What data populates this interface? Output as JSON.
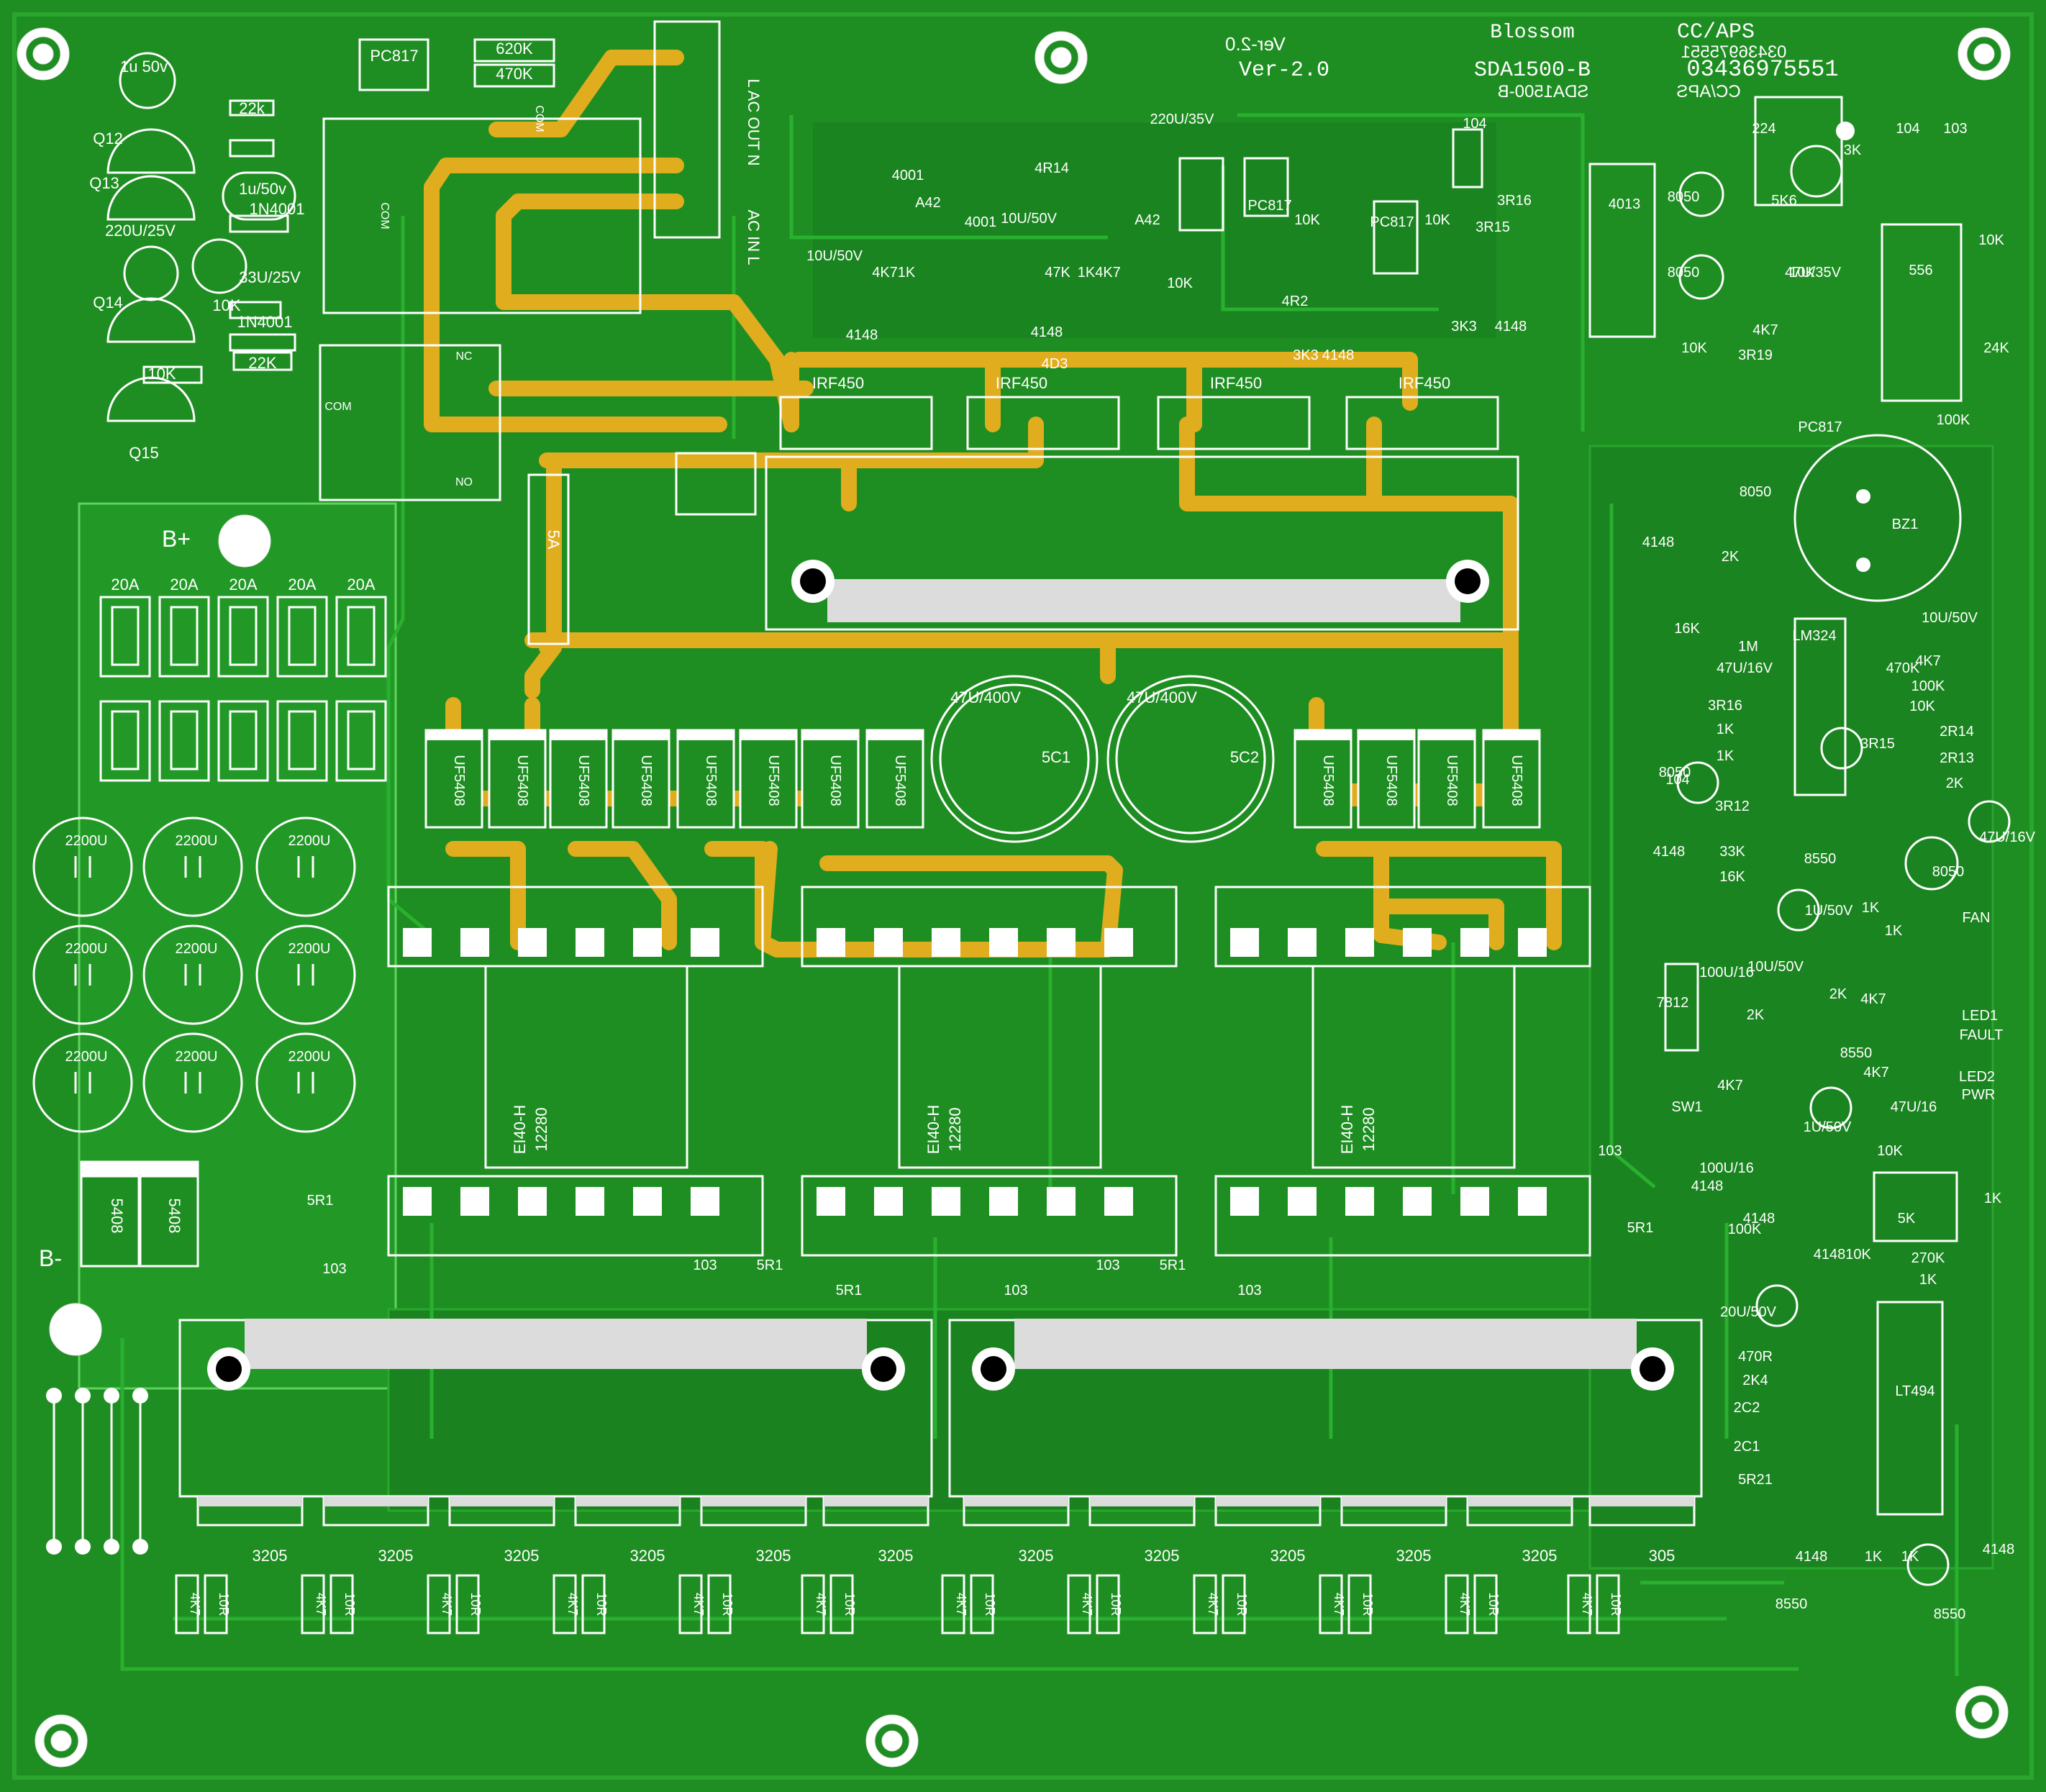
{
  "board": {
    "maker": "Blossom",
    "model": "SDA1500-B",
    "version": "Ver-2.0",
    "company": "CC/APS",
    "phone": "03436975551",
    "mirror_texts": [
      "Ver-2.0",
      "SDA1500-B",
      "03436975551",
      "CC/APS"
    ]
  },
  "colors": {
    "board": "#1e8e22",
    "trace": "#e0ad1e",
    "silk": "#ffffff",
    "heatsink": "#dcdcdc"
  },
  "terminals": {
    "ac_out": "L AC OUT N",
    "ac_in": "AC IN L",
    "com": "COM"
  },
  "relay": {
    "com": "COM",
    "nc": "NC",
    "no": "NO"
  },
  "top_left_parts": [
    "PC817",
    "620K",
    "470K",
    "1u 50v",
    "22k",
    "Q12",
    "Q13",
    "1u/50v",
    "220U/25V",
    "1N4001",
    "33U/25V",
    "Q14",
    "10K",
    "1N4001",
    "22K",
    "10K",
    "Q15"
  ],
  "fuses": {
    "label": "20A",
    "count": 10
  },
  "rails": {
    "pos": "B+",
    "neg": "B-"
  },
  "main_fuse": "5A",
  "small_caps": [
    "2200U",
    "2200U",
    "2200U",
    "2200U",
    "2200U",
    "2200U",
    "2200U",
    "2200U",
    "2200U"
  ],
  "bulk_caps": [
    {
      "value": "47U/400V",
      "ref": "5C1"
    },
    {
      "value": "47U/400V",
      "ref": "5C2"
    }
  ],
  "mosfets": [
    "IRF450",
    "IRF450",
    "IRF450",
    "IRF450"
  ],
  "mosfet_top_labels": [
    "4D3"
  ],
  "driver_parts": [
    "4001",
    "4R14",
    "220U/35V",
    "A42",
    "A42",
    "10U/50V",
    "10U/50V",
    "4001",
    "4K7",
    "1K",
    "47K",
    "1K",
    "4K7",
    "10K",
    "4148",
    "4148",
    "PC817",
    "PC817",
    "10K",
    "10K",
    "3R16",
    "3R15",
    "4R2",
    "3K3",
    "4148",
    "3K3",
    "4148",
    "104"
  ],
  "diodes_fast": [
    "UF5408",
    "UF5408",
    "UF5408",
    "UF5408",
    "UF5408",
    "UF5408",
    "UF5408",
    "UF5408",
    "UF5408",
    "UF5408",
    "UF5408",
    "UF5408"
  ],
  "transformers": [
    {
      "type": "EI40-H",
      "code": "12280"
    },
    {
      "type": "EI40-H",
      "code": "12280"
    },
    {
      "type": "EI40-H",
      "code": "12280"
    }
  ],
  "snubbers": [
    "5R1",
    "103",
    "103",
    "5R1",
    "5R1",
    "103",
    "103",
    "5R1",
    "103",
    "5R1"
  ],
  "bridge_diodes": [
    "5408",
    "5408"
  ],
  "lower_fets": [
    "3205",
    "3205",
    "3205",
    "3205",
    "3205",
    "3205",
    "3205",
    "3205",
    "3205",
    "3205",
    "3205",
    "305"
  ],
  "gate_res": [
    "4K7",
    "10R"
  ],
  "control_top": [
    "4013",
    "8050",
    "8050",
    "224",
    "5K6",
    "3K",
    "104",
    "103",
    "10K",
    "556",
    "10K",
    "3R19",
    "4K7",
    "47U/35V",
    "10K",
    "24K",
    "PC817",
    "100K"
  ],
  "control_mid": [
    "8050",
    "BZ1",
    "4148",
    "2K",
    "16K",
    "1M",
    "LM324",
    "10U/50V",
    "47U/16V",
    "470K",
    "4K7",
    "100K",
    "10K",
    "2R14",
    "2R13",
    "2K",
    "3R16",
    "1K",
    "1K",
    "3R15",
    "8050",
    "104",
    "3R12",
    "4148",
    "8550",
    "33K",
    "16K",
    "47U/16V",
    "8050"
  ],
  "control_low": [
    "1U/50V",
    "1K",
    "1K",
    "FAN",
    "100U/16",
    "10U/50V",
    "2K",
    "2K",
    "4K7",
    "7812",
    "LED1",
    "FAULT",
    "8550",
    "4K7",
    "LED2",
    "PWR",
    "SW1",
    "4K7",
    "47U/16",
    "1U/50V",
    "10K",
    "103",
    "4148",
    "100U/16",
    "5K",
    "1K",
    "100K",
    "4148",
    "4148",
    "10K",
    "270K",
    "1K",
    "20U/50V",
    "470R",
    "2K4",
    "2C2",
    "2C1",
    "5R21",
    "LT494",
    "4148",
    "1K",
    "1K",
    "4148",
    "8550",
    "8550"
  ]
}
